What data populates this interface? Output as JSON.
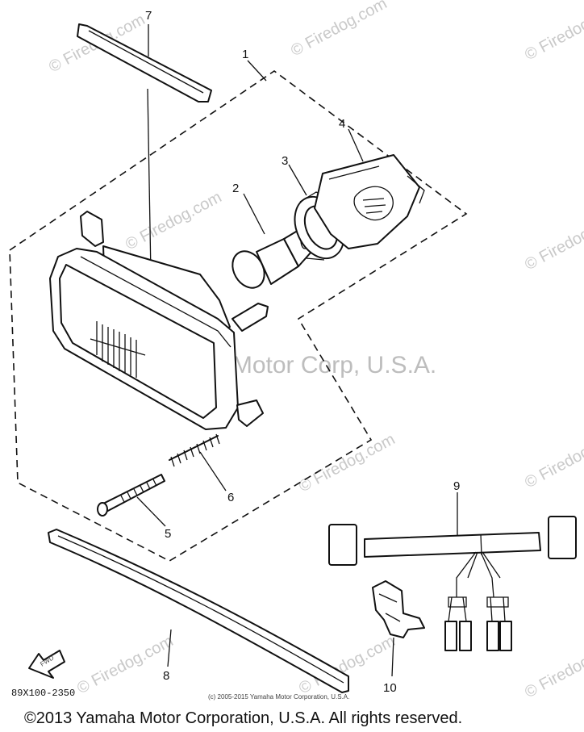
{
  "diagram": {
    "part_labels": [
      "1",
      "2",
      "3",
      "4",
      "5",
      "6",
      "7",
      "8",
      "9",
      "10"
    ],
    "arrow_label": "FWD",
    "diagram_code": "89X100-2350",
    "fine_print": "(c) 2005-2015 Yamaha Motor Corporation, U.S.A.",
    "watermark": "© Firedog.com",
    "center_watermark": "Yamaha Motor Corp, U.S.A."
  },
  "footer": {
    "copyright": "©2013 Yamaha Motor Corporation, U.S.A. All rights reserved."
  }
}
